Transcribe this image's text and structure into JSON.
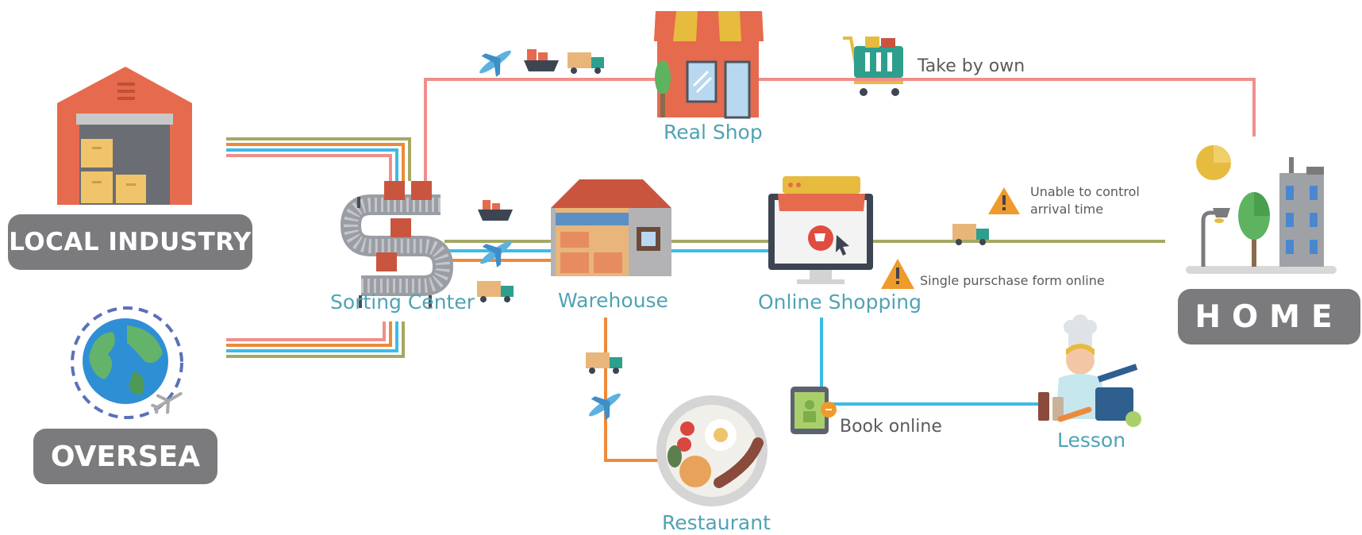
{
  "nodes": {
    "local_industry": "LOCAL INDUSTRY",
    "oversea": "OVERSEA",
    "home": "HOME",
    "sorting_center": "Sorting Center",
    "warehouse": "Warehouse",
    "online_shopping": "Online  Shopping",
    "real_shop": "Real Shop",
    "restaurant": "Restaurant",
    "lesson": "Lesson"
  },
  "annotations": {
    "take_by_own": "Take by own",
    "book_online": "Book online",
    "unable_control": "Unable to control arrival time",
    "single_purchase": "Single purschase form online"
  },
  "colors": {
    "pink": "#ef8f8b",
    "blue": "#3dbbe6",
    "orange": "#ec8a3c",
    "olive": "#a5a863",
    "badge": "#7b7b7e",
    "teal_text": "#4fa3b4"
  }
}
